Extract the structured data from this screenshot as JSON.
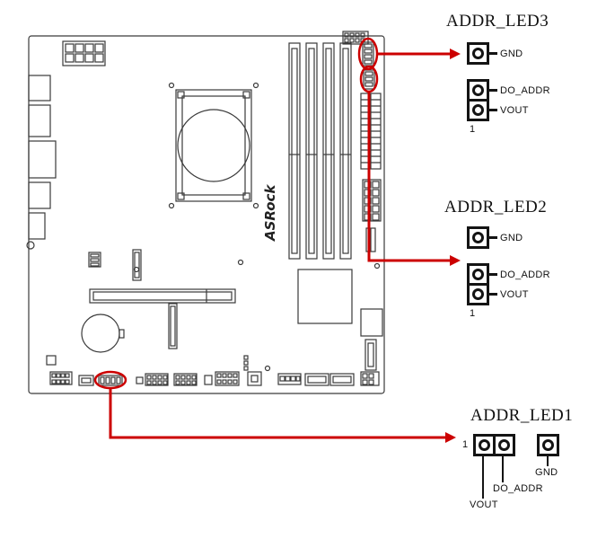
{
  "board": {
    "logo": "ASRock"
  },
  "colors": {
    "arrow_red": "#cc0000",
    "board_line": "#3a3a3a",
    "pin_black": "#141414"
  },
  "connectors": {
    "led3": {
      "title": "ADDR_LED3",
      "pins": [
        "GND",
        "DO_ADDR",
        "VOUT"
      ],
      "pin1_label": "1"
    },
    "led2": {
      "title": "ADDR_LED2",
      "pins": [
        "GND",
        "DO_ADDR",
        "VOUT"
      ],
      "pin1_label": "1"
    },
    "led1": {
      "title": "ADDR_LED1",
      "pins": [
        "GND",
        "DO_ADDR",
        "VOUT"
      ],
      "pin1_label": "1"
    }
  }
}
